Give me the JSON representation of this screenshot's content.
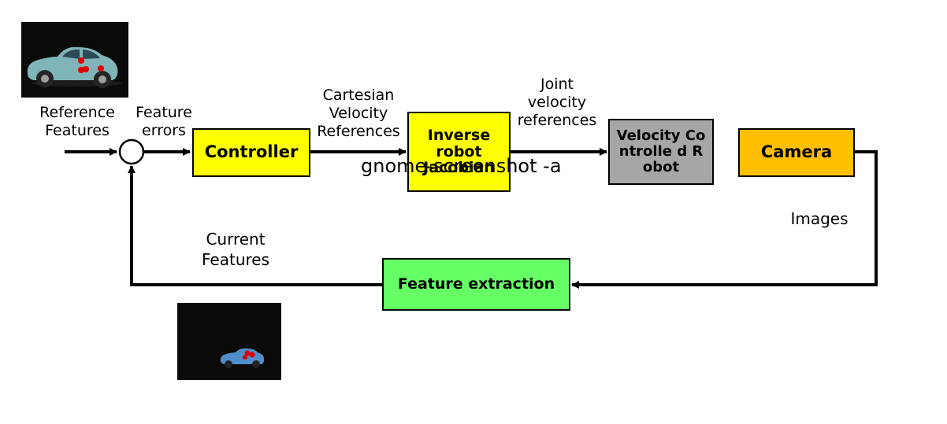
{
  "blocks": {
    "controller": "Controller",
    "inverse_jacobian": "Inverse robot Jacobian",
    "velocity_robot": "Velocity Controlle d Robot",
    "camera": "Camera",
    "feature_extraction": "Feature extraction"
  },
  "labels": {
    "reference_features": "Reference\nFeatures",
    "feature_errors": "Feature\nerrors",
    "cartesian_velocity_refs": "Cartesian\nVelocity\nReferences",
    "joint_velocity_refs": "Joint\nvelocity\nreferences",
    "images": "Images",
    "current_features": "Current\nFeatures"
  },
  "overlay_text": "gnome-screenshot -a",
  "colors": {
    "controller": "#ffff00",
    "inverse_jacobian": "#ffff00",
    "velocity_robot": "#a6a6a6",
    "camera": "#ffbf00",
    "feature_extraction": "#66ff66",
    "feature_dot": "#e00000",
    "car_body": "#7fb5b8"
  },
  "icons": {
    "reference_image": "car-photo-with-feature-points",
    "current_image": "car-photo-with-feature-points"
  }
}
